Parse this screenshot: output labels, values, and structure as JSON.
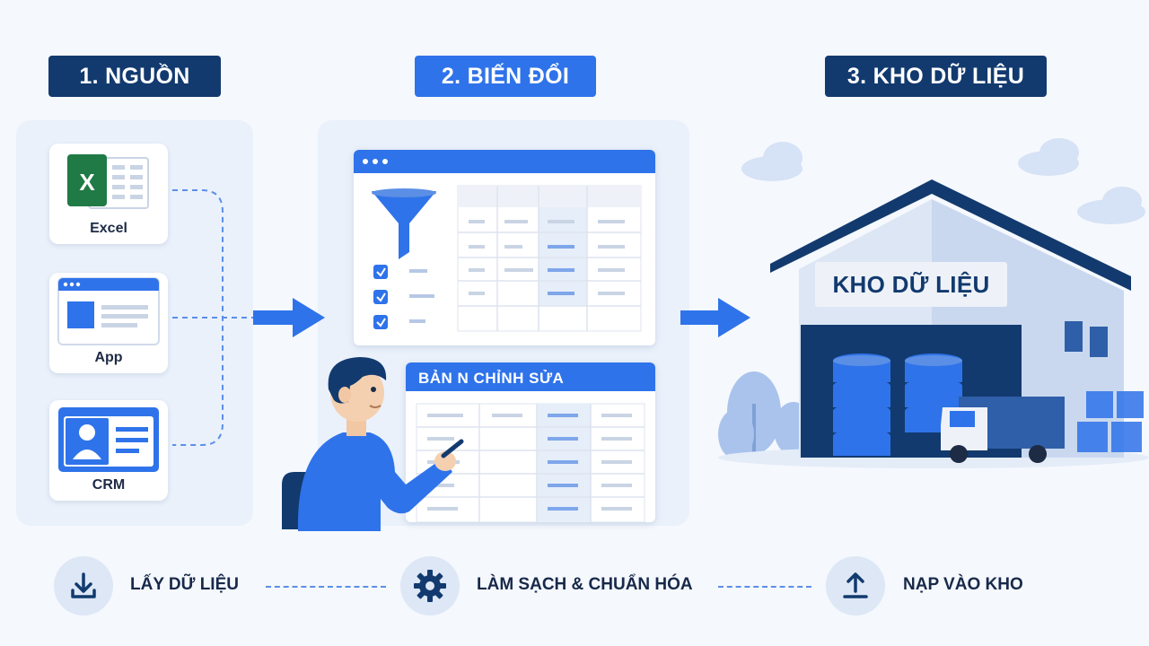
{
  "stages": [
    {
      "label": "1. NGUỒN"
    },
    {
      "label": "2. BIẾN ĐỔI"
    },
    {
      "label": "3. KHO DỮ LIỆU"
    }
  ],
  "sources": [
    {
      "label": "Excel",
      "icon": "excel-icon"
    },
    {
      "label": "App",
      "icon": "app-window-icon"
    },
    {
      "label": "CRM",
      "icon": "contact-card-icon"
    }
  ],
  "transform": {
    "editor_title": "BẢN N CHỈNH SỬA"
  },
  "warehouse": {
    "sign": "KHO DỮ LIỆU"
  },
  "steps": [
    {
      "label": "LẤY DỮ LIỆU",
      "icon": "download-icon"
    },
    {
      "label": "LÀM SẠCH & CHUẨN HÓA",
      "icon": "gear-icon"
    },
    {
      "label": "NẠP VÀO KHO",
      "icon": "upload-icon"
    }
  ],
  "colors": {
    "navy": "#123a6e",
    "blue": "#2f73ea",
    "light_blue": "#5b8fe6",
    "panel": "#eaf1fb",
    "background": "#f5f8fd"
  }
}
